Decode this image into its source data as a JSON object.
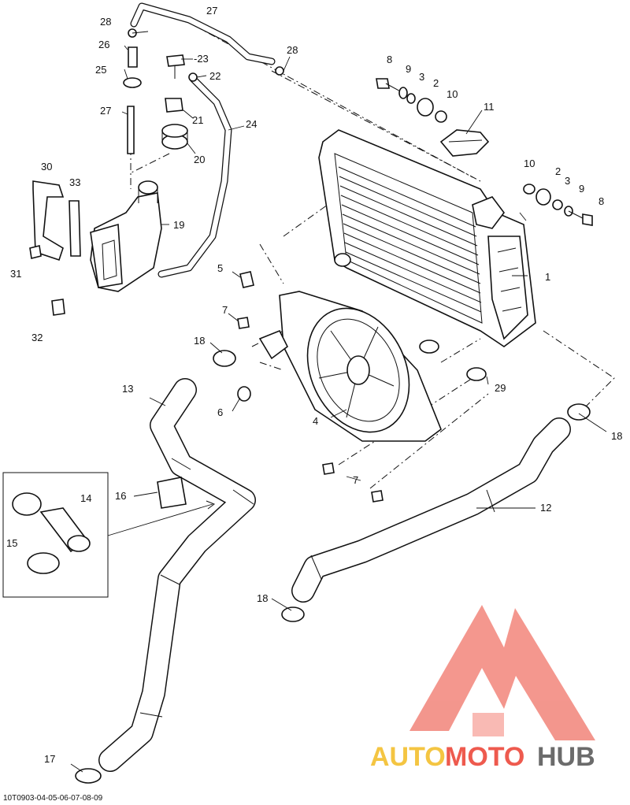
{
  "callouts": {
    "c1": "1",
    "c2a": "2",
    "c2b": "2",
    "c3a": "3",
    "c3b": "3",
    "c4": "4",
    "c5": "5",
    "c6": "6",
    "c7a": "7",
    "c7b": "7",
    "c8a": "8",
    "c8b": "8",
    "c9a": "9",
    "c9b": "9",
    "c10a": "10",
    "c10b": "10",
    "c11": "11",
    "c12": "12",
    "c13": "13",
    "c14": "14",
    "c15": "15",
    "c16": "16",
    "c17": "17",
    "c18a": "18",
    "c18b": "18",
    "c18c": "18",
    "c19": "19",
    "c20": "20",
    "c21": "21",
    "c22": "22",
    "c23": "-23",
    "c24": "24",
    "c25": "25",
    "c26": "26",
    "c27a": "27",
    "c27b": "27",
    "c28a": "28",
    "c28b": "28",
    "c29": "29",
    "c30": "30",
    "c31": "31",
    "c32": "32",
    "c33": "33"
  },
  "diagram_code": "10T0903-04-05-06-07-08-09",
  "watermark": {
    "word_auto": "AUTO",
    "word_moto": "MOTO",
    "word_hub": "HUB",
    "colors": {
      "auto": "#f4c542",
      "moto": "#ee5a4e",
      "hub": "#6b6b6b",
      "logo": "#f07468"
    }
  },
  "colors": {
    "line": "#111111",
    "background": "#ffffff"
  }
}
